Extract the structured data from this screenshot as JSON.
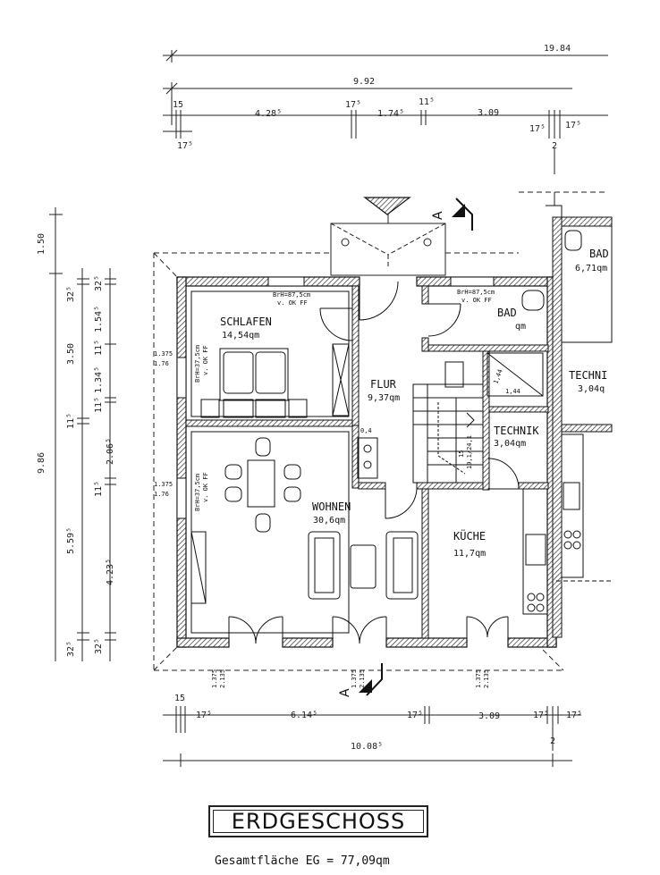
{
  "dimensions": {
    "top_total": "19.84",
    "top_house": "9.92",
    "top_15": "15",
    "top_4285": "4.28⁵",
    "top_175a": "17⁵",
    "top_1745": "1.74⁵",
    "top_115": "11⁵",
    "top_309": "3.09",
    "top_175b": "17⁵",
    "top_175c": "17⁵",
    "top_2": "2",
    "top_175d": "17⁵",
    "left_150": "1.50",
    "left_986": "9.86",
    "left_325a": "32⁵",
    "left_350": "3.50",
    "left_115a": "11⁵",
    "left_5595": "5.59⁵",
    "left_325b": "32⁵",
    "left2_325": "32⁵",
    "left2_1545": "1.54⁵",
    "left2_115": "11⁵",
    "left2_1345": "1.34⁵",
    "left2_115b": "11⁵",
    "left2_2065": "2.06⁵",
    "left2_115c": "11⁵",
    "left2_4235": "4.23⁵",
    "left2_325b": "32⁵",
    "bot_15": "15",
    "bot_175a": "17⁵",
    "bot_6145": "6.14⁵",
    "bot_175b": "17⁵",
    "bot_309": "3.09",
    "bot_175c": "17⁵",
    "bot_175d": "17⁵",
    "bot_2": "2",
    "bot_10085": "10.08⁵"
  },
  "rooms": {
    "schlafen": {
      "name": "SCHLAFEN",
      "area": "14,54qm"
    },
    "flur": {
      "name": "FLUR",
      "area": "9,37qm"
    },
    "bad": {
      "name": "BAD",
      "area": "qm"
    },
    "technik": {
      "name": "TECHNIK",
      "area": "3,04qm"
    },
    "wohnen": {
      "name": "WOHNEN",
      "area": "30,6qm"
    },
    "kueche": {
      "name": "KÜCHE",
      "area": "11,7qm"
    },
    "bad2": {
      "name": "BAD",
      "area": "6,71qm"
    },
    "technik2": {
      "name": "TECHNI",
      "area": "3,04q"
    }
  },
  "notes": {
    "brh_top_left_1": "BrH=87,5cm",
    "brh_top_left_2": "v. OK FF",
    "brh_top_right_1": "BrH=87,5cm",
    "brh_top_right_2": "v. OK FF",
    "brh_left_1": "BrH=37,5cm",
    "brh_left_2": "v. OK FF",
    "brh_left2_1": "BrH=37,5cm",
    "brh_left2_2": "v. OK FF",
    "win_1375": "1.375",
    "win_176": "1.76",
    "win2_1375": "1.375",
    "win2_176": "1.76",
    "stair": "19,1/24,1",
    "stair_n": "15",
    "step_144a": "1,44",
    "step_144b": "1,44",
    "stair_04": "0,4",
    "door_1375": "1.375",
    "door_2135": "2.135"
  },
  "section_marks": {
    "left": "A",
    "right": "A"
  },
  "title": "ERDGESCHOSS",
  "total_area": "Gesamtfläche EG   =  77,09qm"
}
